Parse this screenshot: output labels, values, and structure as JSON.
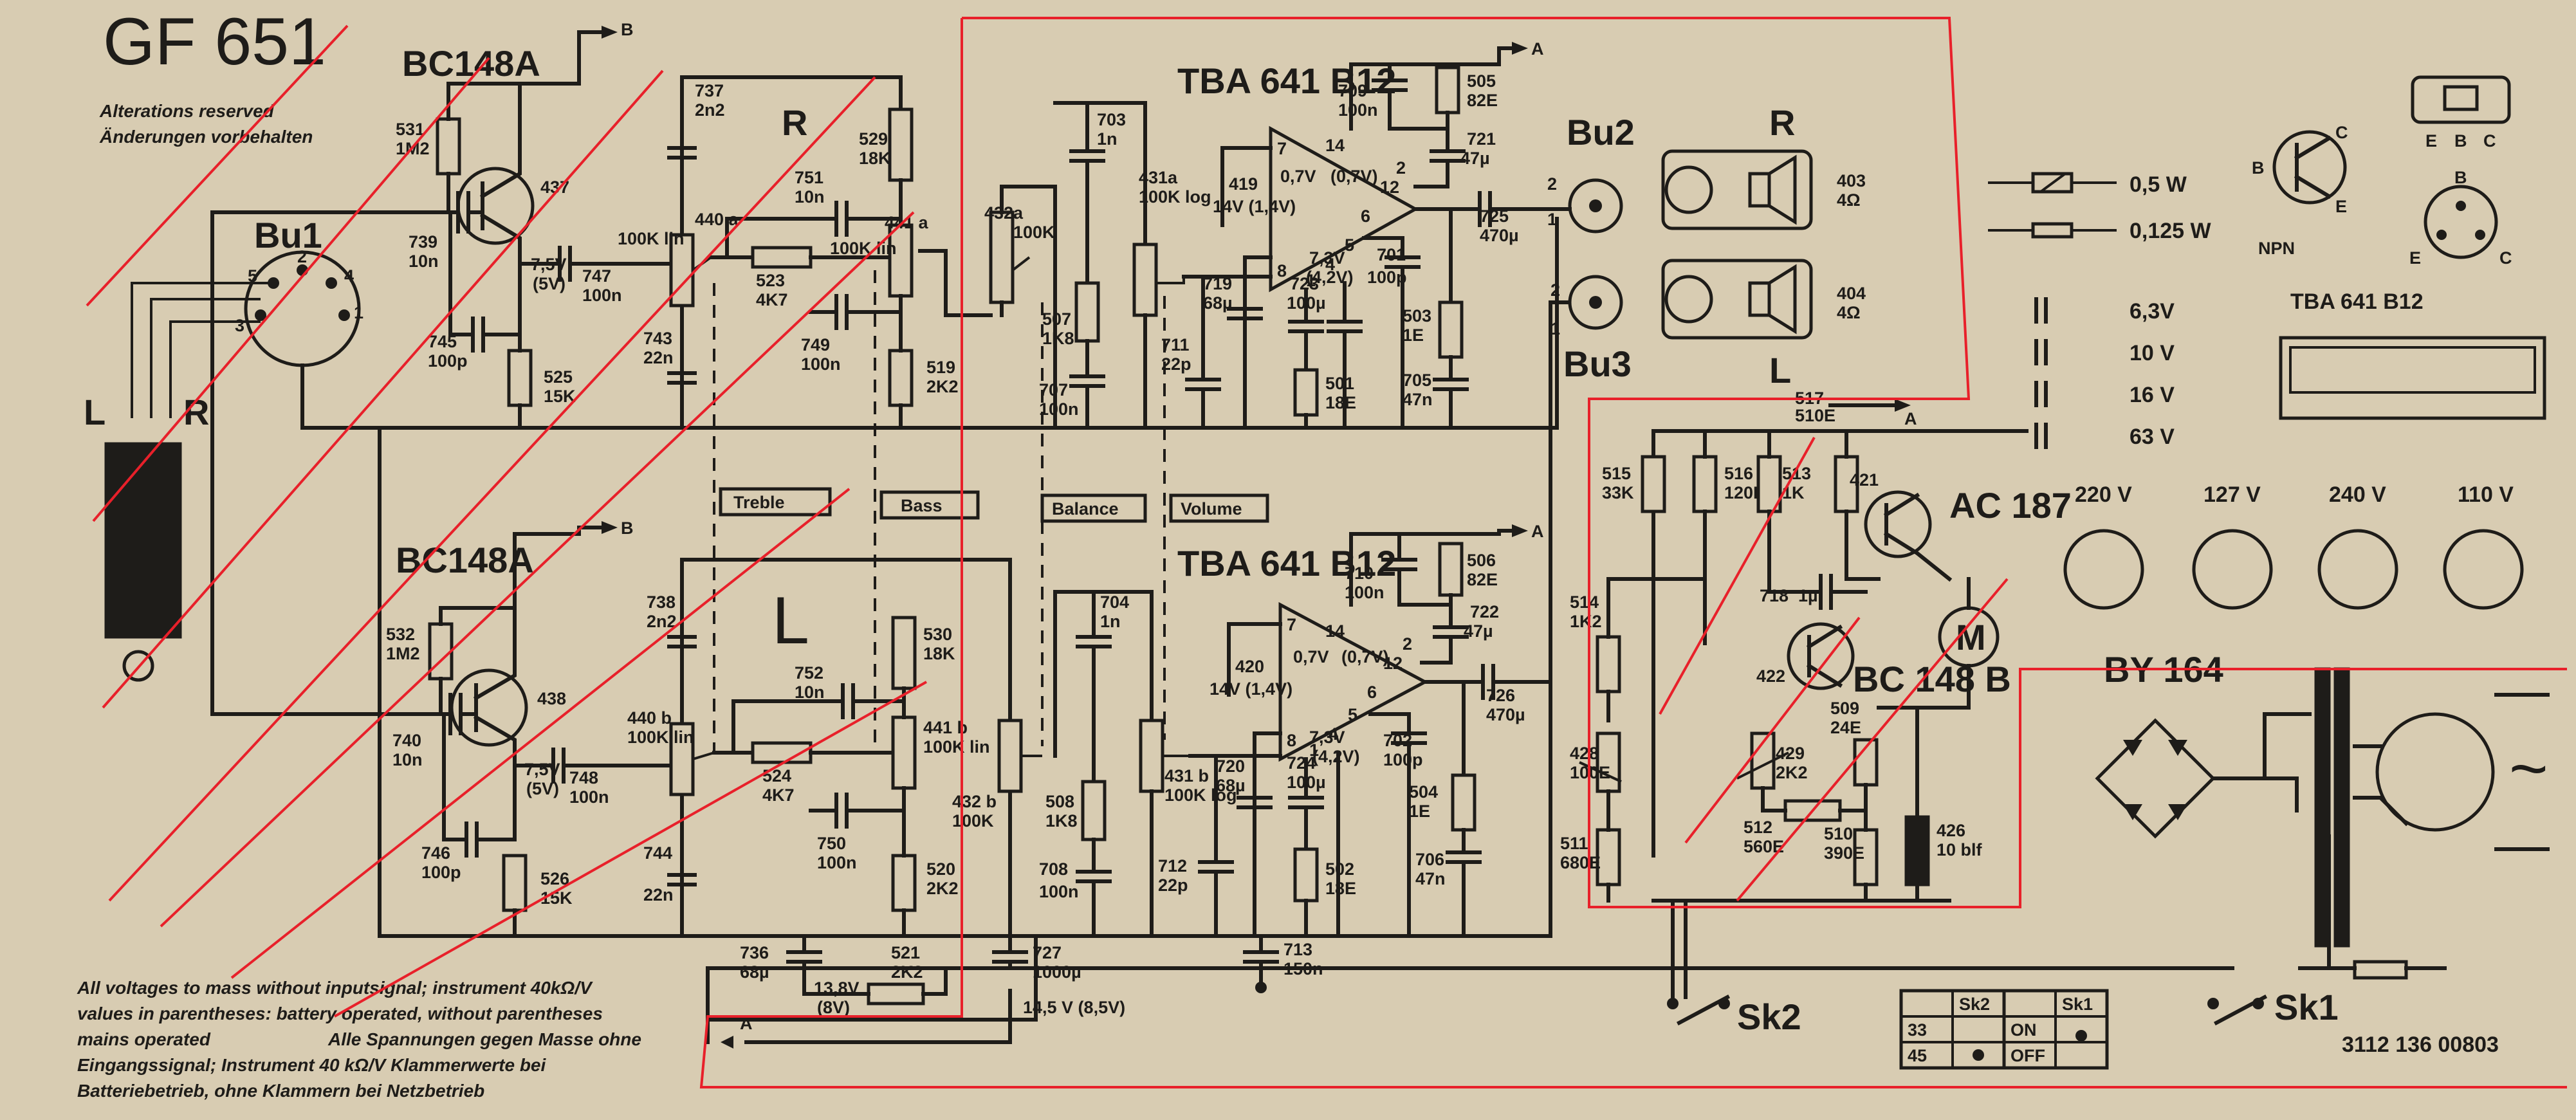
{
  "model": "GF 651",
  "notice": [
    "Alterations reserved",
    "Änderungen vorbehalten"
  ],
  "transistors": {
    "q1": "BC148A",
    "q2": "BC148A",
    "q3": "AC 187",
    "q4": "BC 148 B",
    "q1_ref": "437",
    "q2_ref": "438",
    "q3_ref": "421",
    "q4_ref": "422",
    "q1_v": "7,5V",
    "q1_vb": "(5V)",
    "q2_v": "7,5V",
    "q2_vb": "(5V)"
  },
  "ics": {
    "upper": "TBA 641 B12",
    "lower": "TBA 641 B12",
    "pinout": "TBA 641 B12"
  },
  "ic_pins": {
    "upper": [
      "7",
      "8",
      "12",
      "14",
      "2",
      "6",
      "5",
      "4",
      "1"
    ],
    "lower": [
      "7",
      "8",
      "12",
      "14",
      "2",
      "6",
      "5",
      "4",
      "1"
    ]
  },
  "ic_voltages": {
    "upper": [
      "0,7V",
      "(0,7V)",
      "14V",
      "(1,4V)",
      "7,3V",
      "(4,2V)"
    ],
    "lower": [
      "0,7V",
      "(0,7V)",
      "14V",
      "(1,4V)",
      "7,3V",
      "(4,2V)"
    ]
  },
  "connectors": {
    "bu1": "Bu1",
    "bu2": "Bu2",
    "bu3": "Bu3",
    "pins": [
      "1",
      "2",
      "3",
      "4",
      "5"
    ],
    "L": "L",
    "R": "R"
  },
  "sections": {
    "R": "R",
    "L": "L"
  },
  "controls": [
    "Treble",
    "Bass",
    "Balance",
    "Volume"
  ],
  "speakers": [
    {
      "ref": "403",
      "imp": "4Ω",
      "side": "R"
    },
    {
      "ref": "404",
      "imp": "4Ω",
      "side": "L"
    }
  ],
  "upper_components": [
    {
      "ref": "531",
      "val": "1M2"
    },
    {
      "ref": "739",
      "val": "10n"
    },
    {
      "ref": "747",
      "val": "100n"
    },
    {
      "ref": "745",
      "val": "100p"
    },
    {
      "ref": "525",
      "val": "15K"
    },
    {
      "ref": "737",
      "val": "2n2"
    },
    {
      "ref": "440 a",
      "val": "100K lin"
    },
    {
      "ref": "743",
      "val": "22n"
    },
    {
      "ref": "523",
      "val": "4K7"
    },
    {
      "ref": "751",
      "val": "10n"
    },
    {
      "ref": "749",
      "val": "100n"
    },
    {
      "ref": "529",
      "val": "18K"
    },
    {
      "ref": "441 a",
      "val": "100K lin"
    },
    {
      "ref": "519",
      "val": "2K2"
    },
    {
      "ref": "432a",
      "val": "100K"
    },
    {
      "ref": "703",
      "val": "1n"
    },
    {
      "ref": "507",
      "val": "1K8"
    },
    {
      "ref": "707",
      "val": "100n"
    },
    {
      "ref": "431a",
      "val": "100K log"
    },
    {
      "ref": "711",
      "val": "22p"
    },
    {
      "ref": "419",
      "val": "14V (1,4V)"
    },
    {
      "ref": "719",
      "val": "68µ"
    },
    {
      "ref": "723",
      "val": "100µ"
    },
    {
      "ref": "501",
      "val": "18E"
    },
    {
      "ref": "709",
      "val": "100n"
    },
    {
      "ref": "505",
      "val": "82E"
    },
    {
      "ref": "721",
      "val": "47µ"
    },
    {
      "ref": "725",
      "val": "470µ"
    },
    {
      "ref": "701",
      "val": "100p"
    },
    {
      "ref": "503",
      "val": "1E"
    },
    {
      "ref": "705",
      "val": "47n"
    }
  ],
  "lower_components": [
    {
      "ref": "532",
      "val": "1M2"
    },
    {
      "ref": "740",
      "val": "10n"
    },
    {
      "ref": "748",
      "val": "100n"
    },
    {
      "ref": "746",
      "val": "100p"
    },
    {
      "ref": "526",
      "val": "15K"
    },
    {
      "ref": "738",
      "val": "2n2"
    },
    {
      "ref": "440 b",
      "val": "100K lin"
    },
    {
      "ref": "744",
      "val": "22n"
    },
    {
      "ref": "524",
      "val": "4K7"
    },
    {
      "ref": "752",
      "val": "10n"
    },
    {
      "ref": "750",
      "val": "100n"
    },
    {
      "ref": "530",
      "val": "18K"
    },
    {
      "ref": "441 b",
      "val": "100K lin"
    },
    {
      "ref": "520",
      "val": "2K2"
    },
    {
      "ref": "432 b",
      "val": "100K"
    },
    {
      "ref": "704",
      "val": "1n"
    },
    {
      "ref": "508",
      "val": "1K8"
    },
    {
      "ref": "708",
      "val": "100n"
    },
    {
      "ref": "431 b",
      "val": "100K log"
    },
    {
      "ref": "712",
      "val": "22p"
    },
    {
      "ref": "420",
      "val": "14V (1,4V)"
    },
    {
      "ref": "720",
      "val": "68µ"
    },
    {
      "ref": "724",
      "val": "100µ"
    },
    {
      "ref": "502",
      "val": "18E"
    },
    {
      "ref": "710",
      "val": "100n"
    },
    {
      "ref": "506",
      "val": "82E"
    },
    {
      "ref": "722",
      "val": "47µ"
    },
    {
      "ref": "726",
      "val": "470µ"
    },
    {
      "ref": "702",
      "val": "100p"
    },
    {
      "ref": "504",
      "val": "1E"
    },
    {
      "ref": "706",
      "val": "47n"
    }
  ],
  "motor_components": [
    {
      "ref": "517",
      "val": "510E"
    },
    {
      "ref": "515",
      "val": "33K"
    },
    {
      "ref": "516",
      "val": "120K"
    },
    {
      "ref": "513",
      "val": "1K"
    },
    {
      "ref": "514",
      "val": "1K2"
    },
    {
      "ref": "718",
      "val": "1µ"
    },
    {
      "ref": "428",
      "val": "100E"
    },
    {
      "ref": "429",
      "val": "2K2"
    },
    {
      "ref": "509",
      "val": "24E"
    },
    {
      "ref": "511",
      "val": "680E"
    },
    {
      "ref": "512",
      "val": "560E"
    },
    {
      "ref": "510",
      "val": "390E"
    },
    {
      "ref": "426",
      "val": "10 blf"
    }
  ],
  "supply_components": [
    {
      "ref": "736",
      "val": "68µ"
    },
    {
      "ref": "521",
      "val": "2K2"
    },
    {
      "ref": "727",
      "val": "1000µ"
    },
    {
      "ref": "713",
      "val": "150n"
    }
  ],
  "supply_voltages": [
    "13,8V",
    "(8V)",
    "14,5 V (8,5V)"
  ],
  "motor": "M",
  "rectifier": "BY 164",
  "switches": {
    "sk1": "Sk1",
    "sk2": "Sk2"
  },
  "switch_table_sk2": {
    "header": "Sk2",
    "rows": [
      "33",
      "45"
    ]
  },
  "switch_table_sk1": {
    "header": "Sk1",
    "rows": [
      "ON",
      "OFF"
    ]
  },
  "legend_resistors": [
    "0,5 W",
    "0,125 W"
  ],
  "legend_capacitors": [
    "6,3V",
    "10 V",
    "16 V",
    "63 V"
  ],
  "npn_label": "NPN",
  "transistor_pins": [
    "E",
    "B",
    "C"
  ],
  "voltage_selector": [
    "220 V",
    "127 V",
    "240 V",
    "110 V"
  ],
  "arrow_labels": {
    "B": "B",
    "A": "A"
  },
  "footnote_en": [
    "All voltages to mass without inputsignal; instrument 40kΩ/V",
    "values in parentheses: battery operated, without parentheses",
    "mains operated"
  ],
  "footnote_de": [
    "Alle Spannungen gegen Masse ohne",
    "Eingangssignal; Instrument 40 kΩ/V  Klammerwerte bei",
    "Batteriebetrieb, ohne Klammern bei Netzbetrieb"
  ],
  "part_number": "3112  136 00803",
  "mains_symbol": "~"
}
